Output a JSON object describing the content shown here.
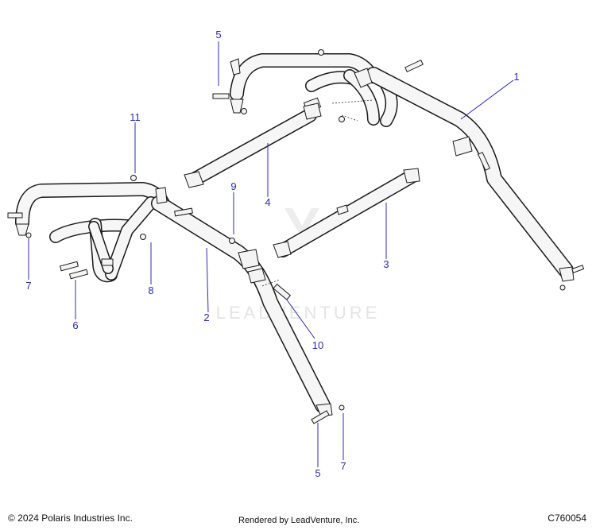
{
  "watermark": "LEADVENTURE",
  "callouts": [
    {
      "id": "c1",
      "label": "1"
    },
    {
      "id": "c2",
      "label": "2"
    },
    {
      "id": "c3",
      "label": "3"
    },
    {
      "id": "c4",
      "label": "4"
    },
    {
      "id": "c5a",
      "label": "5"
    },
    {
      "id": "c5b",
      "label": "5"
    },
    {
      "id": "c6",
      "label": "6"
    },
    {
      "id": "c7a",
      "label": "7"
    },
    {
      "id": "c7b",
      "label": "7"
    },
    {
      "id": "c8",
      "label": "8"
    },
    {
      "id": "c9",
      "label": "9"
    },
    {
      "id": "c10",
      "label": "10"
    },
    {
      "id": "c11",
      "label": "11"
    }
  ],
  "footer": {
    "copyright": "© 2024 Polaris Industries Inc.",
    "rendered_by": "Rendered by LeadVenture, Inc.",
    "diagram_id": "C760054"
  }
}
